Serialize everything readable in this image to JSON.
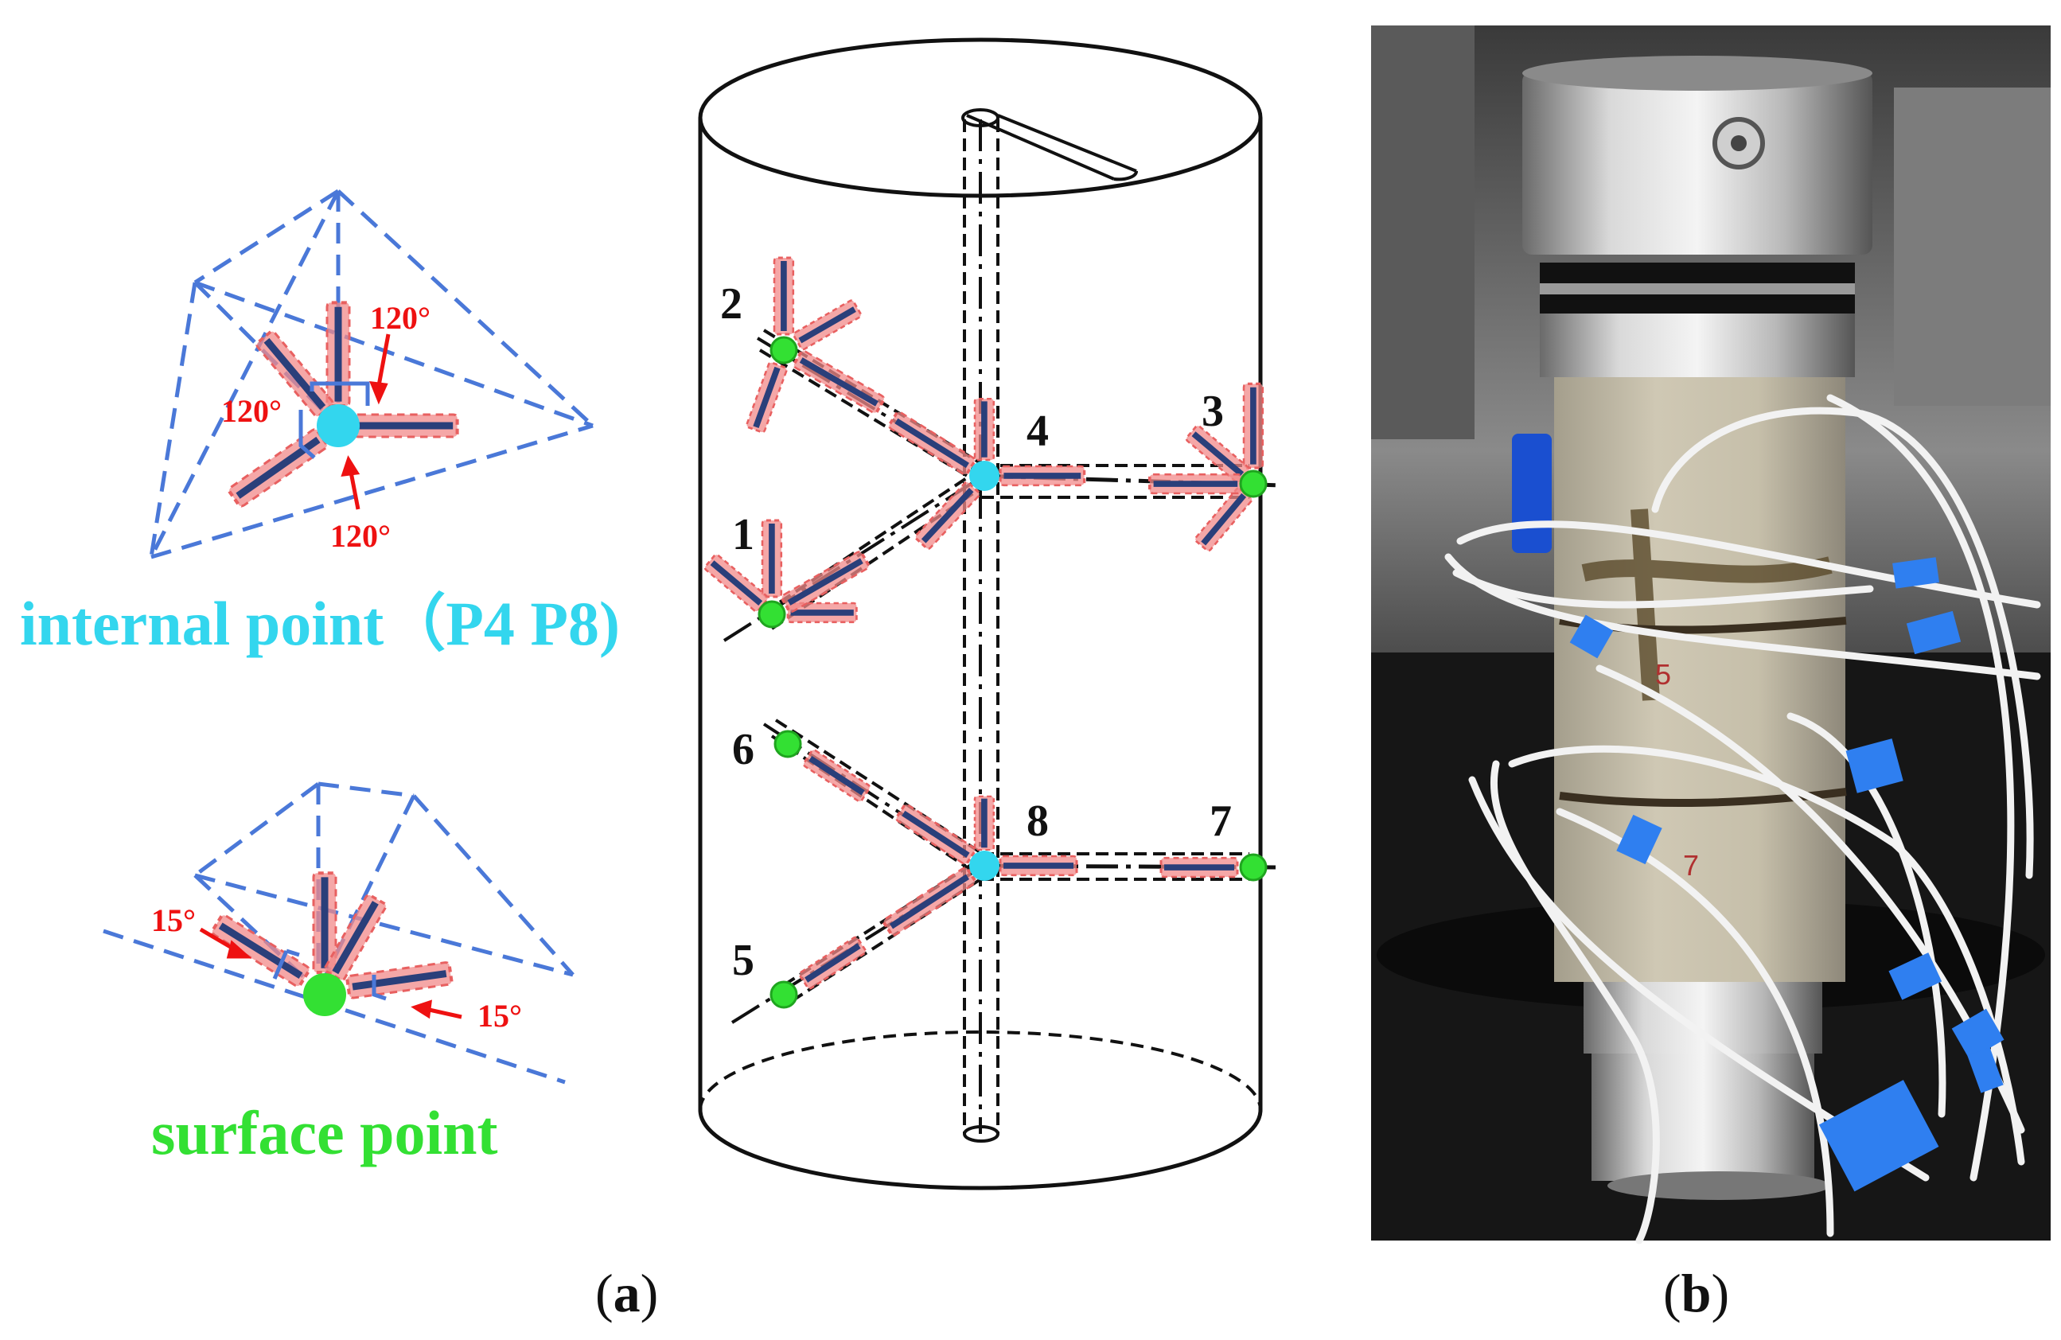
{
  "colors": {
    "internal": "#33d6ee",
    "surface": "#33e033",
    "angle": "#ee1111",
    "dash": "#4a78d8",
    "gauge_outline": "#f07070",
    "gauge_core": "#2a3f7a"
  },
  "panel_a": {
    "internal_point": {
      "label": "internal point（P4 P8)",
      "angles": [
        "120°",
        "120°",
        "120°"
      ]
    },
    "surface_point": {
      "label": "surface point",
      "angles": [
        "15°",
        "15°"
      ]
    },
    "cylinder": {
      "point_numbers": [
        "1",
        "2",
        "3",
        "4",
        "5",
        "6",
        "7",
        "8"
      ]
    },
    "caption_open": "(",
    "caption_letter": "a",
    "caption_close": ")"
  },
  "panel_b": {
    "photo_marks": [
      "5",
      "7"
    ],
    "caption_open": "(",
    "caption_letter": "b",
    "caption_close": ")"
  }
}
